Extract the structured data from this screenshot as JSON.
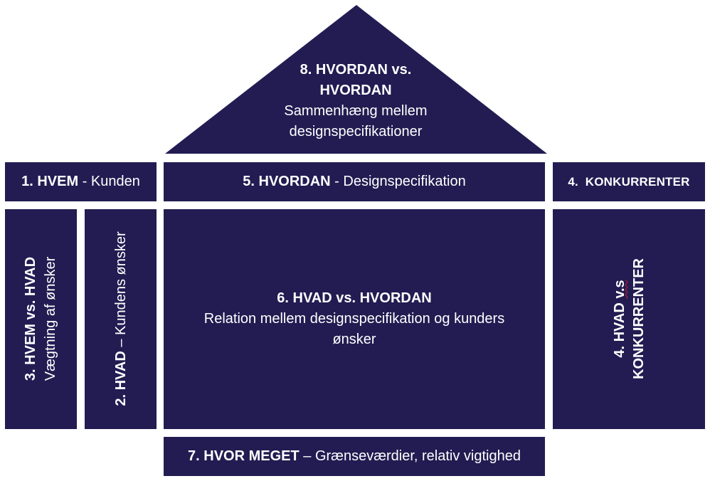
{
  "colors": {
    "box_fill": "#221c52",
    "text": "#ffffff",
    "spell_underline": "#d02020"
  },
  "roof": {
    "title_line1": "8. HVORDAN vs.",
    "title_line2": "HVORDAN",
    "subtitle_line1": "Sammenhæng mellem",
    "subtitle_line2": "designspecifikationer"
  },
  "who": {
    "title": "1. HVEM",
    "sep": " - ",
    "label": "Kunden"
  },
  "how": {
    "title": "5. HVORDAN",
    "sep": " - ",
    "label": "Designspecifikation"
  },
  "competitors": {
    "title": "4.  KONKURRENTER"
  },
  "who_vs_what": {
    "title": "3. HVEM vs. HVAD",
    "label": "Vægtning af ønsker"
  },
  "what": {
    "title": "2. HVAD",
    "sep": " – ",
    "label": "Kundens ønsker"
  },
  "what_vs_how": {
    "title": "6. HVAD vs. HVORDAN",
    "label_line1": "Relation mellem designspecifikation og kunders",
    "label_line2": "ønsker"
  },
  "what_vs_competitors": {
    "title_a": "4. HVAD ",
    "title_b": "v.s",
    "title_line2": "KONKURRENTER"
  },
  "how_much": {
    "title": "7. HVOR MEGET",
    "sep": " – ",
    "label": "Grænseværdier, relativ vigtighed"
  }
}
